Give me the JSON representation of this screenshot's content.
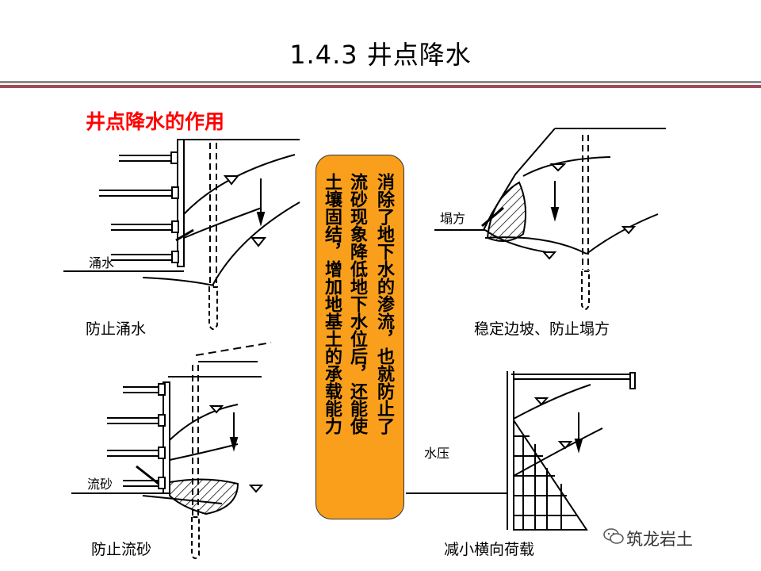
{
  "title": "1.4.3 井点降水",
  "subtitle": "井点降水的作用",
  "center_box": {
    "col1": "消除了地下水的渗流，也就防止了",
    "col2": "流砂现象降低地下水位后，还能使",
    "col3": "土壤固结，增加地基土的承载能力"
  },
  "panels": {
    "top_left": {
      "caption": "防止涌水",
      "label": "涌水"
    },
    "top_right": {
      "caption": "稳定边坡、防止塌方",
      "label": "塌方"
    },
    "bottom_left": {
      "caption": "防止流砂",
      "label": "流砂"
    },
    "bottom_right": {
      "caption": "减小横向荷载",
      "label": "水压"
    }
  },
  "watermark": "筑龙岩土",
  "colors": {
    "accent_red": "#ff0000",
    "box_orange": "#f99f1b",
    "rule_maroon": "#a04a5a"
  }
}
